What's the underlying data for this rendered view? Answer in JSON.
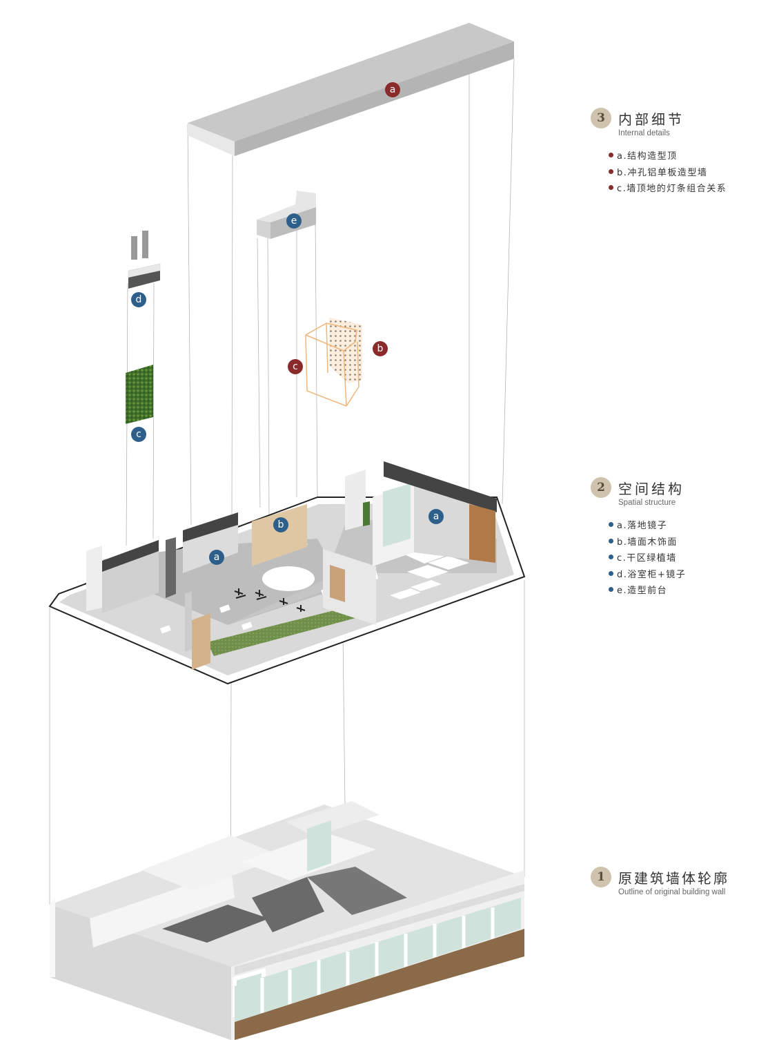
{
  "legends": [
    {
      "number": "3",
      "title": "内部细节",
      "subtitle": "Internal details",
      "dot_color": "#8b2a2a",
      "items": [
        "a.结构造型顶",
        "b.冲孔铝单板造型墙",
        "c.墙顶地的灯条组合关系"
      ]
    },
    {
      "number": "2",
      "title": "空间结构",
      "subtitle": "Spatial structure",
      "dot_color": "#2d5f8a",
      "items": [
        "a.落地镜子",
        "b.墙面木饰面",
        "c.干区绿植墙",
        "d.浴室柜+镜子",
        "e.造型前台"
      ]
    },
    {
      "number": "1",
      "title": "原建筑墙体轮廓",
      "subtitle": "Outline of original building wall",
      "dot_color": "#cfc3ad",
      "items": []
    }
  ],
  "markers": {
    "ceiling_a": "a",
    "panel_b": "b",
    "lights_c": "c",
    "desk_e": "e",
    "vanity_d": "d",
    "greenwall_c": "c",
    "mirror_a_left": "a",
    "wood_b": "b",
    "mirror_a_right": "a"
  },
  "colors": {
    "detail_marker": "#8b2a2a",
    "structure_marker": "#2d5f8a",
    "number_badge": "#cfc3ad",
    "plant_green": "#4a7a30",
    "wood": "#c9a27a",
    "glass": "#cfe3dc"
  }
}
